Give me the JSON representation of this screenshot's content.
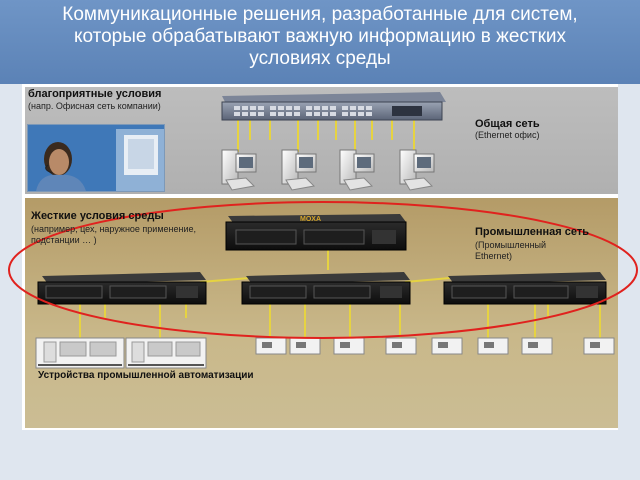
{
  "title": "Коммуникационные решения, разработанные для систем, которые обрабатывают важную информацию в жестких условиях среды",
  "title_lines": [
    "Коммуникационные решения, разработанные для систем,",
    "которые обрабатывают важную информацию в жестких",
    "условиях среды"
  ],
  "office_zone": {
    "heading": "благоприятные условия",
    "subheading": "(напр. Офисная сеть компании)",
    "network_title": "Общая сеть",
    "network_subtitle": "(Ethernet офис)"
  },
  "harsh_zone": {
    "heading": "Жесткие условия среды",
    "subheading_line1": "(например, цех, наружное применение,",
    "subheading_line2": "подстанции … )",
    "network_title": "Промышленная сеть",
    "network_subtitle_line1": "(Промышленный",
    "network_subtitle_line2": "Ethernet)",
    "devices_label": "Устройства промышленной автоматизации"
  },
  "switch_brand": "MOXA",
  "colors": {
    "title_bar": "#5b82b6",
    "harsh_zone": "#c3ae7e",
    "office_zone": "#b5b5b5",
    "cable": "#e6d341",
    "ring": "#e0221e"
  }
}
